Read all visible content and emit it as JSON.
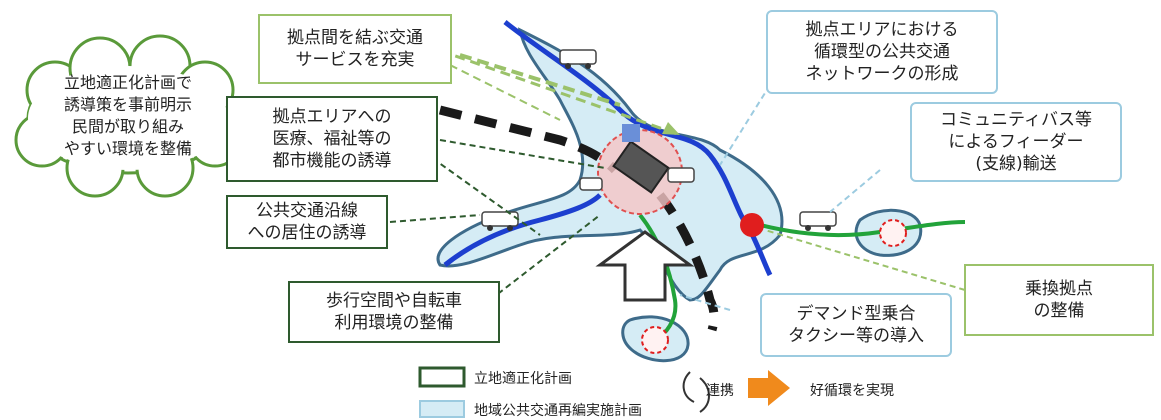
{
  "cloud": {
    "text": "立地適正化計画で\n誘導策を事前明示\n民間が取り組み\nやすい環境を整備"
  },
  "callouts": {
    "service": "拠点間を結ぶ交通\nサービスを充実",
    "urban": "拠点エリアへの\n医療、福祉等の\n都市機能の誘導",
    "residence": "公共交通沿線\nへの居住の誘導",
    "walk": "歩行空間や自転車\n利用環境の整備",
    "loop": "拠点エリアにおける\n循環型の公共交通\nネットワークの形成",
    "community": "コミュニティバス等\nによるフィーダー\n(支線)輸送",
    "transfer": "乗換拠点\nの整備",
    "demand": "デマンド型乗合\nタクシー等の導入"
  },
  "legend": {
    "location_plan": "立地適正化計画",
    "transit_plan": "地域公共交通再編実施計画",
    "link": "連携",
    "result": "好循環を実現"
  },
  "colors": {
    "area_fill": "#d5ecf5",
    "area_stroke": "#3e6b8a",
    "bus_route": "#1d3fcf",
    "feeder": "#22a33a",
    "rail_dark": "#1a1a1a",
    "light_green": "#9bc26a",
    "dark_green": "#2e5a2e",
    "transfer_red": "#e01e1e",
    "orange_arrow": "#f08a1c"
  },
  "icons": [
    "bus-icon",
    "building-icon",
    "station-icon",
    "cloud-shape",
    "cycle-arrows-icon",
    "up-arrow-icon"
  ]
}
